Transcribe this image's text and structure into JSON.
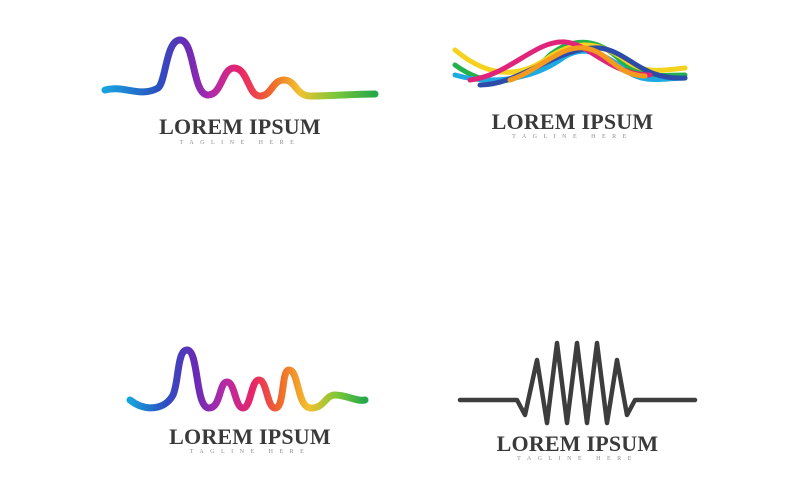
{
  "logos": [
    {
      "brand_name": "LOREM IPSUM",
      "tagline": "TAGLINE HERE",
      "mark": "rainbow-wave-icon",
      "colors": [
        "#17a2dd",
        "#2b4fc1",
        "#6a2bb6",
        "#b32ba8",
        "#e8246a",
        "#f06a2a",
        "#f2c12e",
        "#7ec83a",
        "#25a84a"
      ]
    },
    {
      "brand_name": "LOREM IPSUM",
      "tagline": "TAGLINE HERE",
      "mark": "interlaced-waves-icon",
      "colors": [
        "#22b14c",
        "#1fa9e1",
        "#2d4ba8",
        "#e0247a",
        "#f39a1f",
        "#f5d21e"
      ]
    },
    {
      "brand_name": "LOREM IPSUM",
      "tagline": "TAGLINE HERE",
      "mark": "rainbow-wave-icon",
      "colors": [
        "#17a2dd",
        "#2b4fc1",
        "#6a2bb6",
        "#b32ba8",
        "#e8246a",
        "#f06a2a",
        "#f2c12e",
        "#7ec83a",
        "#25a84a"
      ]
    },
    {
      "brand_name": "LOREM IPSUM",
      "tagline": "TAGLINE HERE",
      "mark": "pulse-wave-icon",
      "colors": [
        "#3d3d3d"
      ]
    }
  ]
}
